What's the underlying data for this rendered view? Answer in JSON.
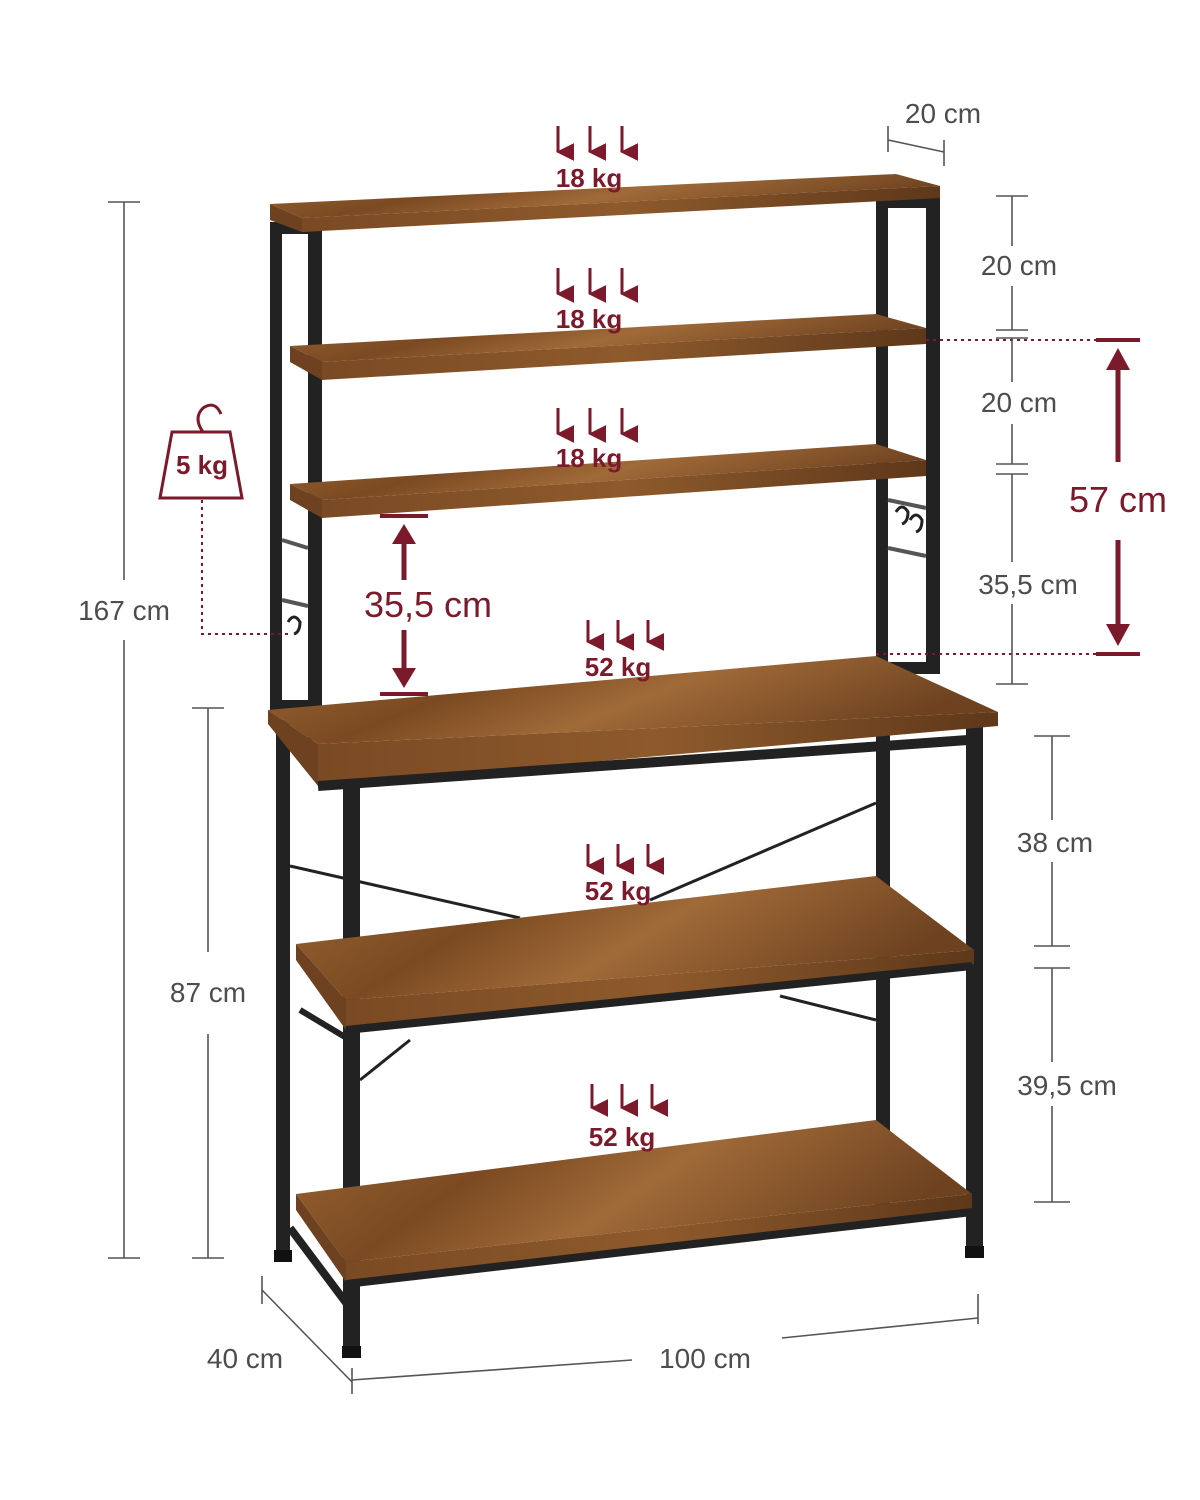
{
  "product": "bakers-rack-shelf-diagram",
  "colors": {
    "accent": "#7a1a2a",
    "wood": "#8b5a2b",
    "metal": "#222222",
    "dimension_text": "#4d4d4d"
  },
  "load_labels": {
    "top_shelf": "18 kg",
    "upper_shelf_2": "18 kg",
    "upper_shelf_3": "18 kg",
    "worktop": "52 kg",
    "middle_shelf": "52 kg",
    "bottom_shelf": "52 kg"
  },
  "hook": {
    "icon": "weight-hook-icon",
    "label": "5 kg"
  },
  "dimensions": {
    "top_depth": "20 cm",
    "gap_top_1": "20 cm",
    "gap_top_2": "20 cm",
    "gap_hutch_right": "35,5 cm",
    "hutch_height": "57 cm",
    "gap_hutch_inner": "35,5 cm",
    "total_height": "167 cm",
    "worktop_height": "87 cm",
    "gap_lower_1": "38 cm",
    "gap_lower_2": "39,5 cm",
    "depth": "40 cm",
    "width": "100 cm"
  }
}
